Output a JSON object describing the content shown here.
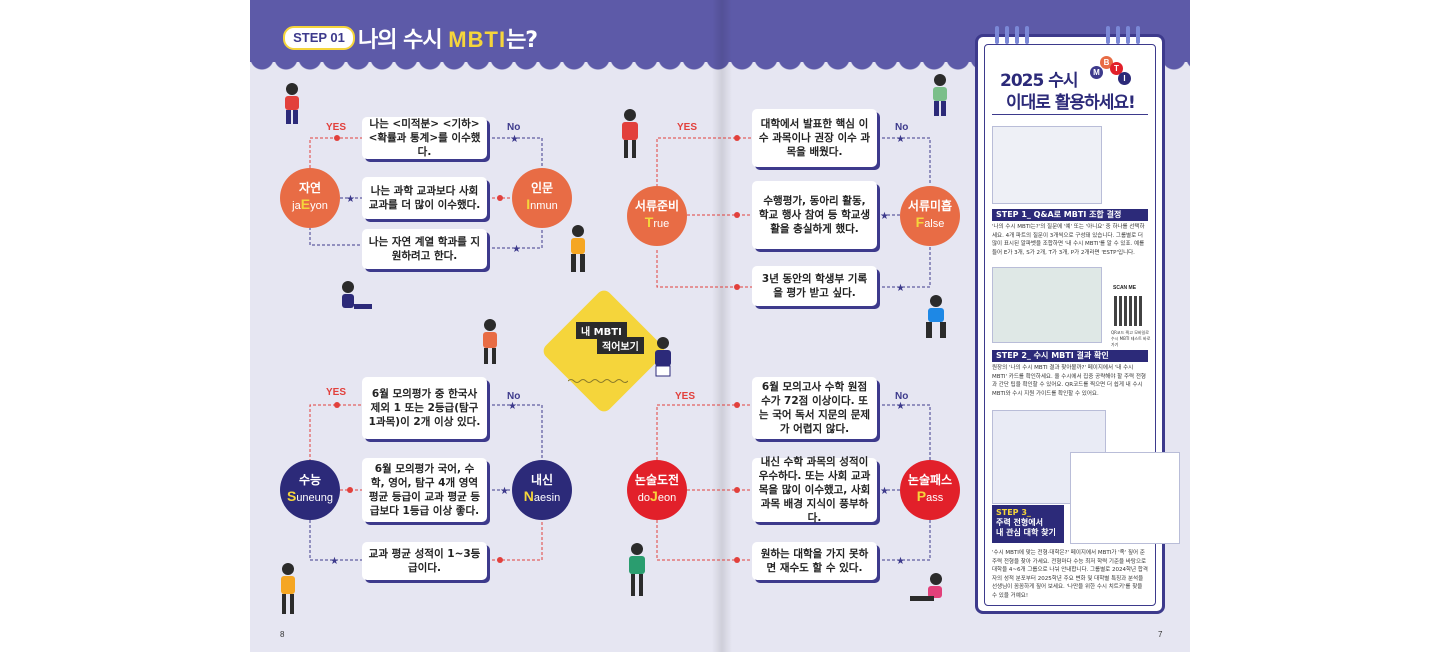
{
  "header": {
    "step": "STEP 01",
    "title_pre": "나의 수시",
    "title_mbti": "MBTI",
    "title_post": "는?"
  },
  "labels": {
    "yes": "YES",
    "no": "No"
  },
  "left_page": {
    "page_number": "8",
    "group1": {
      "questions": [
        "나는 <미적분> <기하> <확률과 통계>를 이수했다.",
        "나는 과학 교과보다 사회 교과를 더 많이 이수했다.",
        "나는 자연 계열 학과를 지원하려고 한다."
      ],
      "yes_type": {
        "ko": "자연",
        "en_pre": "ja",
        "en_key": "E",
        "en_post": "yon",
        "color": "#e86c45"
      },
      "no_type": {
        "ko": "인문",
        "en_pre": "",
        "en_key": "I",
        "en_post": "nmun",
        "color": "#e86c45"
      }
    },
    "group2": {
      "questions": [
        "6월 모의평가 중 한국사 제외 1 또는 2등급(탐구 1과목)이 2개 이상 있다.",
        "6월 모의평가 국어, 수학, 영어, 탐구 4개 영역 평균 등급이 교과 평균 등급보다 1등급 이상 좋다.",
        "교과 평균 성적이 1~3등급이다."
      ],
      "yes_type": {
        "ko": "수능",
        "en_pre": "",
        "en_key": "S",
        "en_post": "uneung",
        "color": "#2c2a79"
      },
      "no_type": {
        "ko": "내신",
        "en_pre": "",
        "en_key": "N",
        "en_post": "aesin",
        "color": "#2c2a79"
      }
    },
    "center": {
      "line1": "내 MBTI",
      "line2": "적어보기"
    }
  },
  "right_page": {
    "page_number": "7",
    "group1": {
      "questions": [
        "대학에서 발표한 핵심 이수 과목이나 권장 이수 과목을 배웠다.",
        "수행평가, 동아리 활동, 학교 행사 참여 등 학교생활을 충실하게 했다.",
        "3년 동안의 학생부 기록을 평가 받고 싶다."
      ],
      "yes_type": {
        "ko": "서류준비",
        "en_pre": "",
        "en_key": "T",
        "en_post": "rue",
        "color": "#e86c45"
      },
      "no_type": {
        "ko": "서류미흡",
        "en_pre": "",
        "en_key": "F",
        "en_post": "alse",
        "color": "#e86c45"
      }
    },
    "group2": {
      "questions": [
        "6월 모의고사 수학 원점수가 72점 이상이다. 또는 국어 독서 지문의 문제가 어렵지 않다.",
        "내신 수학 과목의 성적이 우수하다. 또는 사회 교과목을 많이 이수했고, 사회 과목 배경 지식이 풍부하다.",
        "원하는 대학을 가지 못하면 재수도 할 수 있다."
      ],
      "yes_type": {
        "ko": "논술도전",
        "en_pre": "do",
        "en_key": "J",
        "en_post": "eon",
        "color": "#e2202a"
      },
      "no_type": {
        "ko": "논술패스",
        "en_pre": "",
        "en_key": "P",
        "en_post": "ass",
        "color": "#e2202a"
      }
    }
  },
  "side_panel": {
    "title_line1": "2025 수시",
    "title_line2": "이대로 활용하세요!",
    "title_letters": [
      "M",
      "B",
      "T",
      "I"
    ],
    "title_letter_colors": [
      "#3d3a8c",
      "#e86c45",
      "#e2202a",
      "#2c2a79"
    ],
    "step1_title": "STEP 1_ Q&A로 MBTI 조합 결정",
    "step1_text": "'나의 수시 MBTI는?'의 질문에 '예' 또는 '아니요' 중 하나를 선택하세요. 4개 파트의 질문이 3개씩으로 구성돼 있습니다. 그룹별로 더 많이 표시된 알파벳을 조합하면 '내 수시 MBTI'를 알 수 있죠. 예를 들어 E가 3개, S가 2개, T가 3개, P가 2개라면 'ESTP'입니다.",
    "scan_me": "SCAN ME",
    "qr_caption": "QR코드 찍고 모바일로 수시 MBTI 테스트 바로 가기",
    "step2_title": "STEP 2_ 수시 MBTI 결과 확인",
    "step2_text": "원장의 '나의 수시 MBTI 결과 찾아볼까?' 페이지에서 '내 수시 MBTI' 카드를 확인하세요. 올 수시에서 집중 공략해야 할 주력 전형과 간단 팁을 확인할 수 있어요. QR코드를 찍으면 더 쉽게 내 수시 MBTI와 수시 지원 가이드를 확인할 수 있어요.",
    "step3_label": "STEP 3_",
    "step3_line1": "주력 전형에서",
    "step3_line2": "내 관심 대학 찾기",
    "step3_text": "'수시 MBTI에 맞는 전형·대학은?' 페이지에서 MBTI가 '족' 짚어 준 주력 전형을 찾아 가세요. 전형마다 수능 최저 학력 기준을 바탕으로 대학을 4~6개 그룹으로 나눠 안내합니다. 그룹별로 2024학년 합격자의 성적 분포부터 2025학년 주요 변화 및 대학별 특징과 분석을 선생님이 꼼꼼하게 짚어 보세요. '나만을 위한 수시 치트키'를 찾을 수 있을 거예요!"
  }
}
